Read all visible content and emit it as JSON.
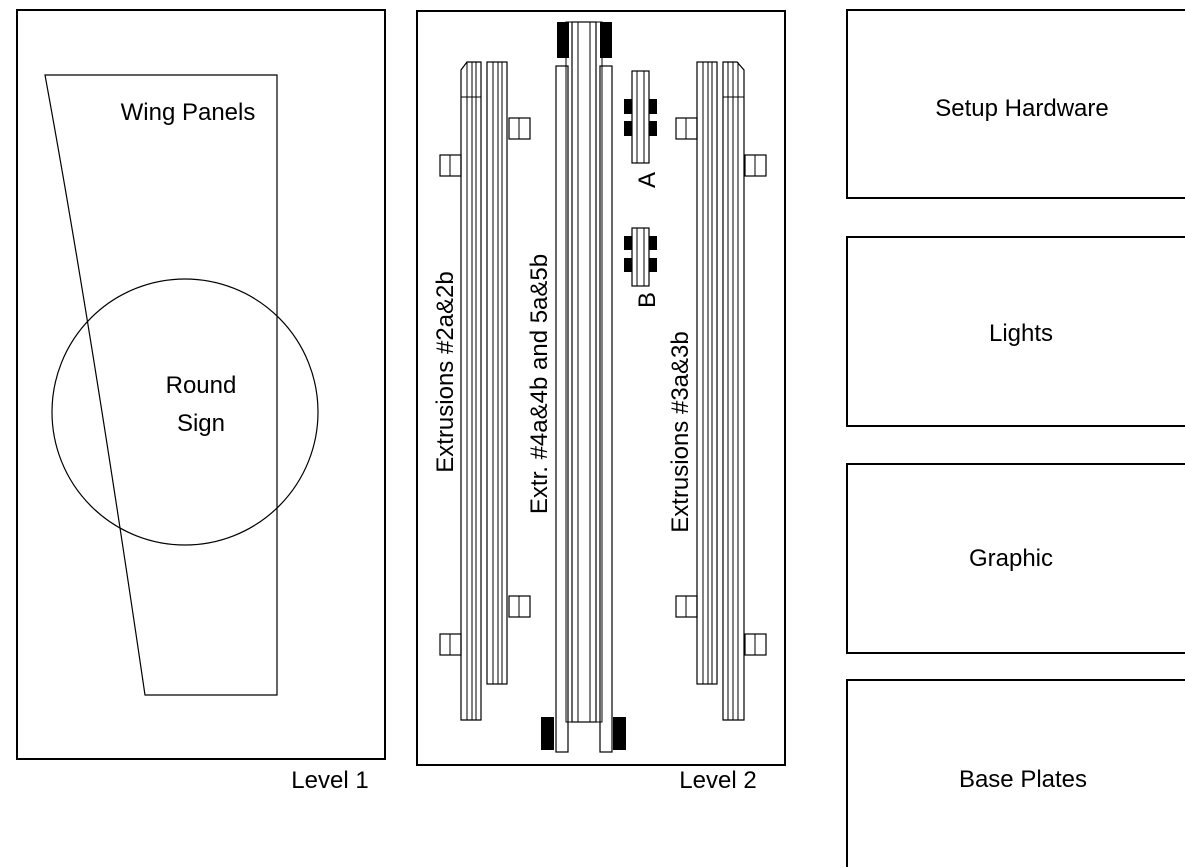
{
  "level1": {
    "caption": "Level 1",
    "wing_panels_label": "Wing Panels",
    "round_sign_line1": "Round",
    "round_sign_line2": "Sign"
  },
  "level2": {
    "caption": "Level 2",
    "extrusions_left_label": "Extrusions #2a&2b",
    "extrusions_center_label": "Extr. #4a&4b and 5a&5b",
    "extrusions_right_label": "Extrusions #3a&3b",
    "part_a_label": "A",
    "part_b_label": "B"
  },
  "boxes": [
    {
      "label": "Setup Hardware"
    },
    {
      "label": "Lights"
    },
    {
      "label": "Graphic"
    },
    {
      "label": "Base Plates"
    }
  ]
}
